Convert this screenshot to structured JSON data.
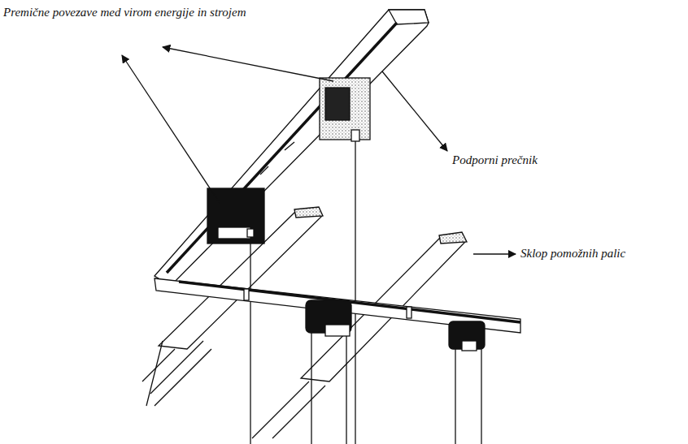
{
  "diagram": {
    "labels": [
      "Premične povezave med virom energije in strojem",
      "Podporni prečnik",
      "Sklop pomožnih palic"
    ]
  }
}
